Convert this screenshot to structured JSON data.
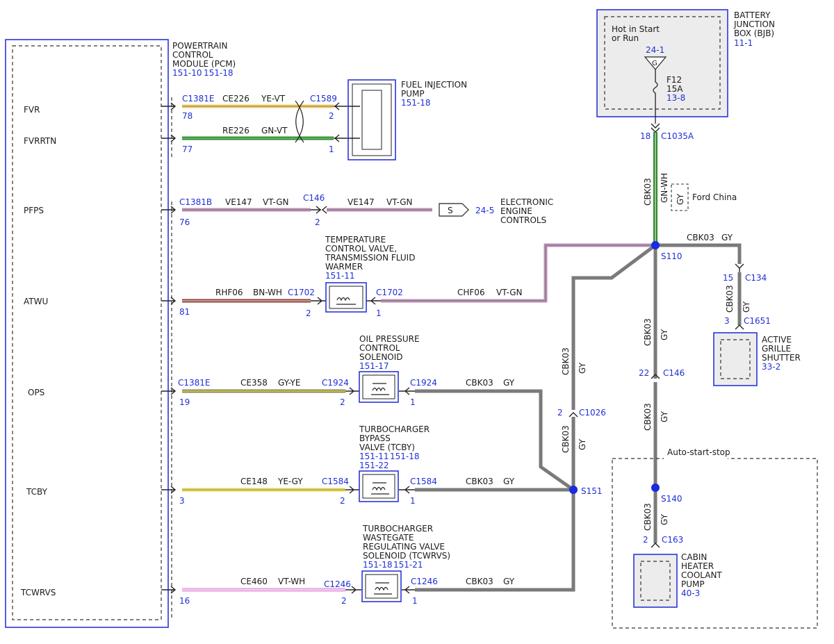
{
  "colors": {
    "link_blue": "#1f2fd6",
    "outline_blue": "#2a35d8",
    "wire_yellow": "#e8d84a",
    "wire_yellow_grey": "#cfc77a",
    "wire_green": "#2e8b2e",
    "wire_violet": "#d79ad6",
    "wire_violet_white": "#e7a6e6",
    "wire_brown": "#8b3a2e",
    "wire_grey": "#7a7a7a",
    "splice_blue": "#1a2be0"
  },
  "pcm": {
    "title_lines": [
      "POWERTRAIN",
      "CONTROL",
      "MODULE (PCM)"
    ],
    "refs": [
      "151-10",
      "151-18"
    ],
    "pins": [
      "FVR",
      "FVRRTN",
      "PFPS",
      "ATWU",
      "OPS",
      "TCBY",
      "TCWRVS"
    ]
  },
  "fuel_pump": {
    "title_lines": [
      "FUEL INJECTION",
      "PUMP"
    ],
    "ref": "151-18"
  },
  "bjb": {
    "title_lines": [
      "BATTERY",
      "JUNCTION",
      "BOX (BJB)"
    ],
    "ref": "11-1",
    "hot_lines": [
      "Hot in Start",
      "or Run"
    ],
    "ground_ref": "24-1",
    "ground_symbol": "G",
    "fuse_name": "F12",
    "fuse_rating": "15A",
    "fuse_ref": "13-8"
  },
  "eec": {
    "title_lines": [
      "ELECTRONIC",
      "ENGINE",
      "CONTROLS"
    ],
    "ref": "24-5",
    "symbol": "S"
  },
  "tcv": {
    "title_lines": [
      "TEMPERATURE",
      "CONTROL VALVE,",
      "TRANSMISSION FLUID",
      "WARMER"
    ],
    "ref": "151-11"
  },
  "ops_sol": {
    "title_lines": [
      "OIL PRESSURE",
      "CONTROL",
      "SOLENOID"
    ],
    "ref": "151-17"
  },
  "tcby": {
    "title_lines": [
      "TURBOCHARGER",
      "BYPASS",
      "VALVE (TCBY)"
    ],
    "refs": [
      "151-11",
      "151-18",
      "151-22"
    ]
  },
  "tcwrvs": {
    "title_lines": [
      "TURBOCHARGER",
      "WASTEGATE",
      "REGULATING VALVE",
      "SOLENOID (TCWRVS)"
    ],
    "refs": [
      "151-18",
      "151-21"
    ]
  },
  "grille": {
    "title_lines": [
      "ACTIVE",
      "GRILLE",
      "SHUTTER"
    ],
    "ref": "33-2"
  },
  "cabin_pump": {
    "title_lines": [
      "CABIN",
      "HEATER",
      "COOLANT",
      "PUMP"
    ],
    "ref": "40-3"
  },
  "auto_start_stop": "Auto-start-stop",
  "ford_china": "Ford China",
  "circuits": {
    "fvr": {
      "conn_left": "C1381E",
      "pin_left": "78",
      "circuit": "CE226",
      "color": "YE-VT",
      "conn_right": "C1589",
      "pin_right": "2"
    },
    "fvrrtn": {
      "pin_left": "77",
      "circuit": "RE226",
      "color": "GN-VT",
      "pin_right": "1"
    },
    "pfps": {
      "conn_left": "C1381B",
      "pin_left": "76",
      "circuit": "VE147",
      "color": "VT-GN",
      "conn_mid": "C146",
      "pin_mid": "2",
      "circuit2": "VE147",
      "color2": "VT-GN"
    },
    "atwu": {
      "pin_left": "81",
      "circuit": "RHF06",
      "color": "BN-WH",
      "conn_mid": "C1702",
      "pin_mid": "2",
      "conn_right": "C1702",
      "pin_right": "1",
      "circuit2": "CHF06",
      "color2": "VT-GN"
    },
    "ops": {
      "conn_left": "C1381E",
      "pin_left": "19",
      "circuit": "CE358",
      "color": "GY-YE",
      "conn_mid": "C1924",
      "pin_mid": "2",
      "conn_right": "C1924",
      "pin_right": "1",
      "circuit2": "CBK03",
      "color2": "GY"
    },
    "tcby": {
      "pin_left": "3",
      "circuit": "CE148",
      "color": "YE-GY",
      "conn_mid": "C1584",
      "pin_mid": "2",
      "conn_right": "C1584",
      "pin_right": "1",
      "circuit2": "CBK03",
      "color2": "GY"
    },
    "tcwrvs": {
      "pin_left": "16",
      "circuit": "CE460",
      "color": "VT-WH",
      "conn_mid": "C1246",
      "pin_mid": "2",
      "conn_right": "C1246",
      "pin_right": "1",
      "circuit2": "CBK03",
      "color2": "GY"
    }
  },
  "bjb_feed": {
    "pin": "18",
    "conn": "C1035A",
    "circuit": "CBK03",
    "color": "GN-WH",
    "alt_color": "GY"
  },
  "splices": {
    "s110": "S110",
    "s151": "S151",
    "s140": "S140"
  },
  "branch_grille": {
    "circuit": "CBK03",
    "color": "GY",
    "pin_top": "15",
    "conn_top": "C134",
    "circuit_v": "CBK03",
    "color_v": "GY",
    "pin_bottom": "3",
    "conn_bottom": "C1651"
  },
  "main_trunk": {
    "circuit_a": "CBK03",
    "color_a": "GY",
    "pin_c146": "22",
    "conn_c146": "C146",
    "circuit_b": "CBK03",
    "color_b": "GY"
  },
  "s151_trunk": {
    "circuit_a": "CBK03",
    "color_a": "GY",
    "pin_c1026": "2",
    "conn_c1026": "C1026",
    "circuit_b": "CBK03",
    "color_b": "GY"
  },
  "pump_feed": {
    "circuit": "CBK03",
    "color": "GY",
    "pin": "2",
    "conn": "C163"
  }
}
